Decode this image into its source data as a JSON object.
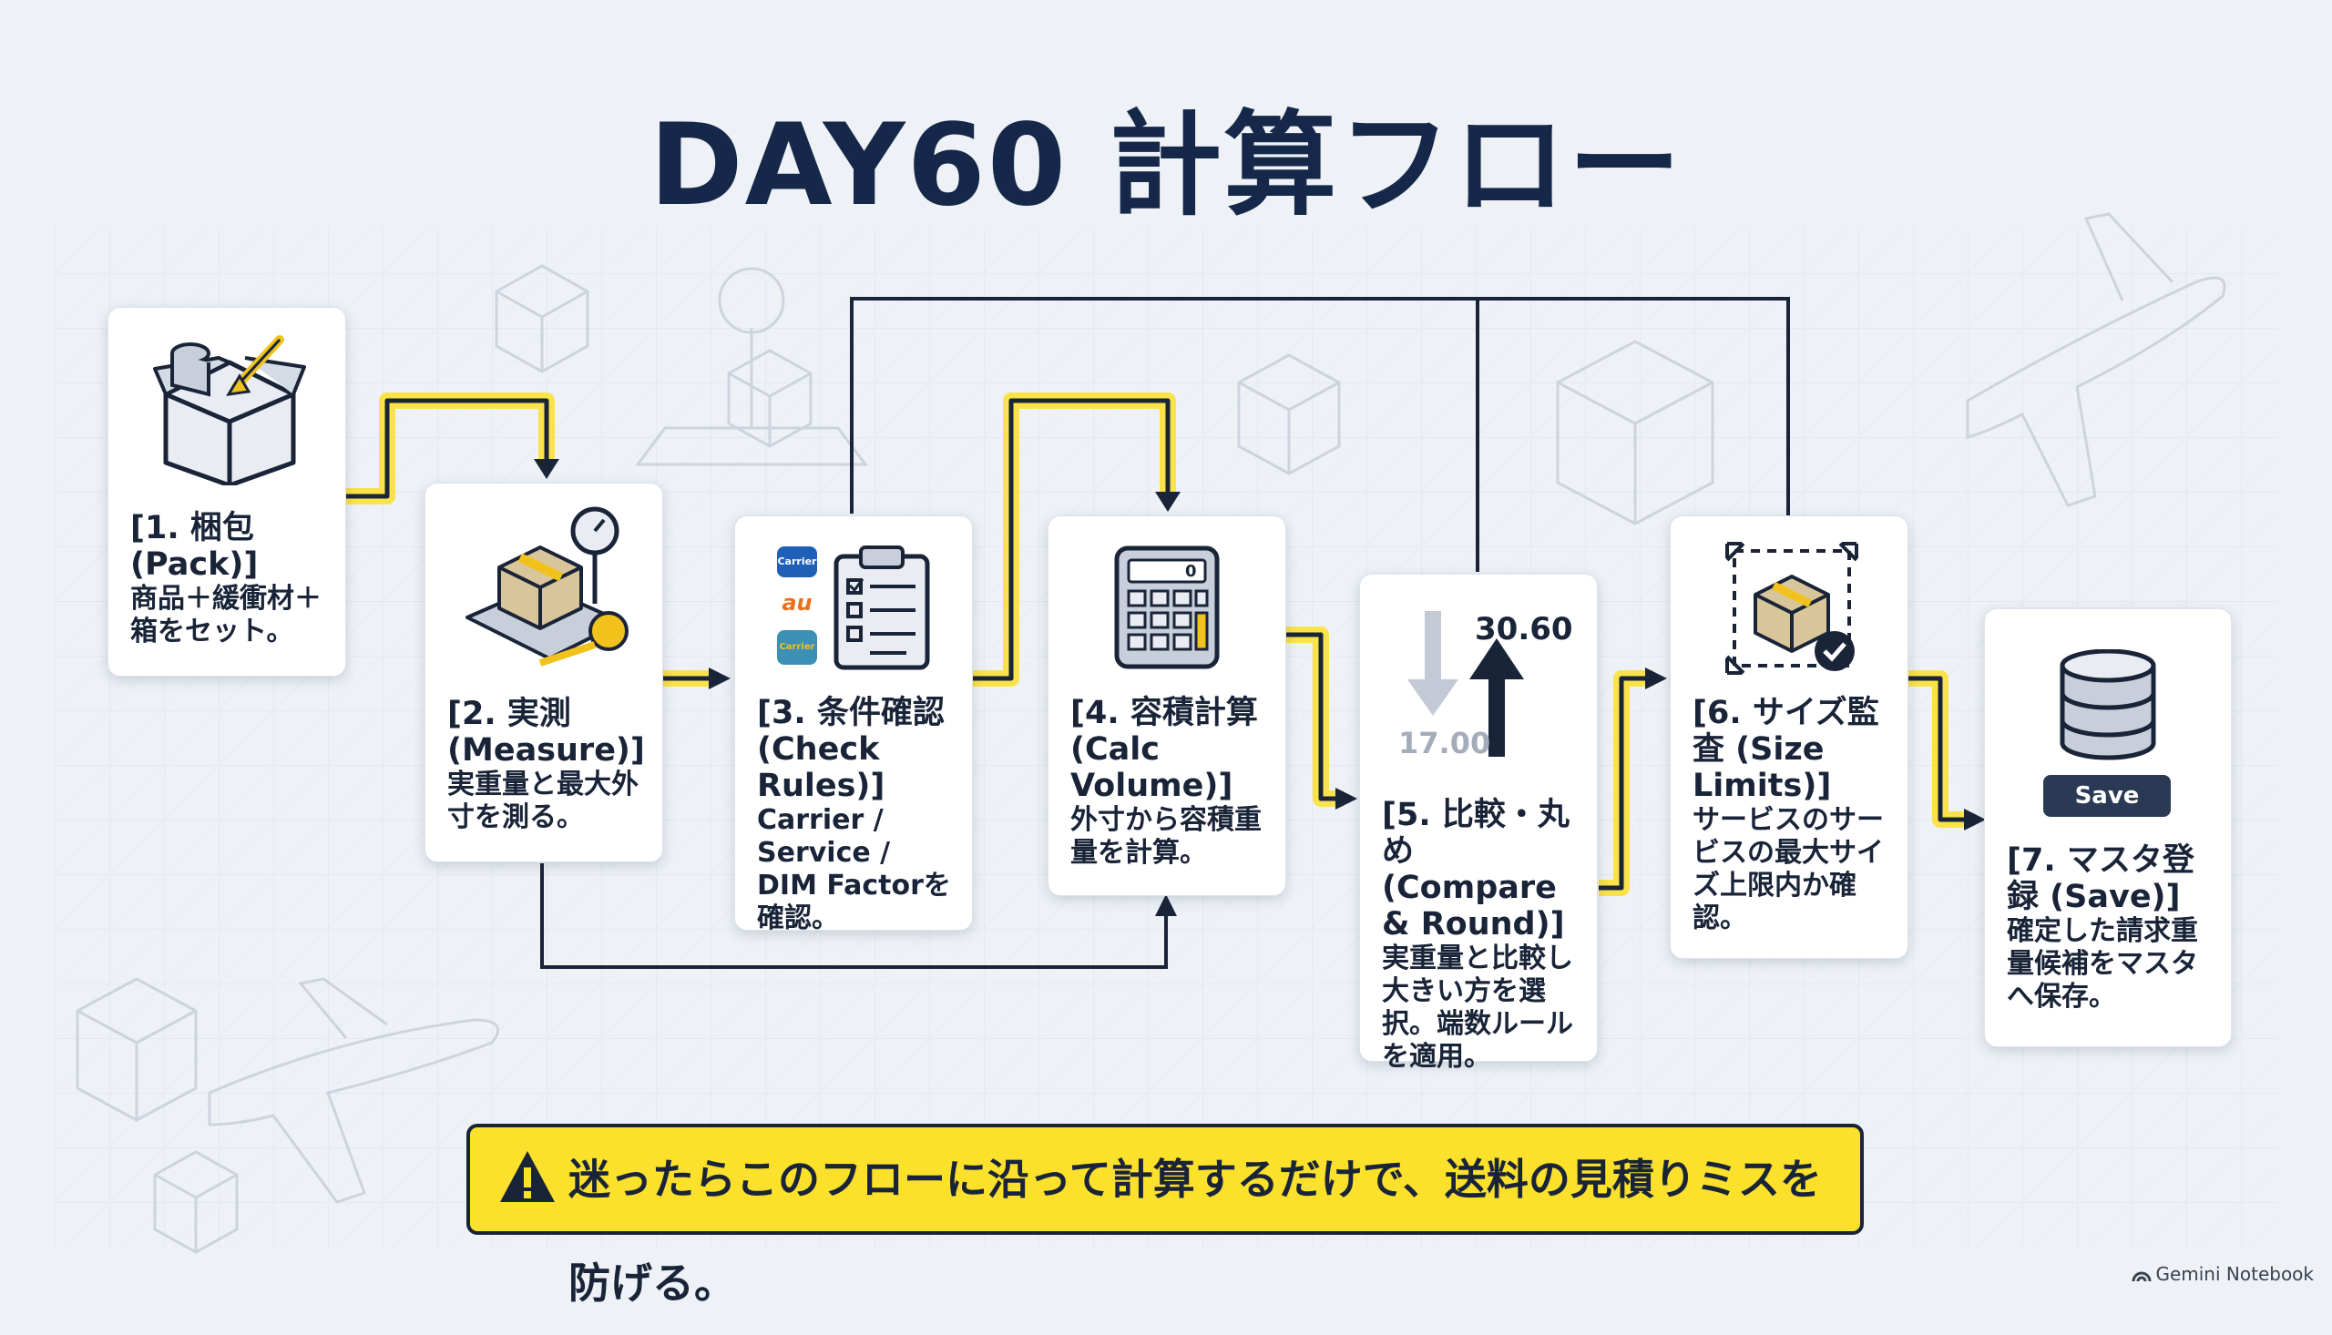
{
  "title": "DAY60 計算フロー",
  "steps": [
    {
      "heading": "[1. 梱包 (Pack)]",
      "desc": "商品＋緩衝材＋箱をセット。"
    },
    {
      "heading": "[2. 実測 (Measure)]",
      "desc": "実重量と最大外寸を測る。"
    },
    {
      "heading": "[3. 条件確認 (Check Rules)]",
      "desc": "Carrier / Service / DIM Factorを確認。"
    },
    {
      "heading": "[4. 容積計算 (Calc Volume)]",
      "desc": "外寸から容積重量を計算。"
    },
    {
      "heading": "[5. 比較・丸め (Compare & Round)]",
      "desc": "実重量と比較し大きい方を選択。端数ルールを適用。"
    },
    {
      "heading": "[6. サイズ監査 (Size Limits)]",
      "desc": "サービスのサービスの最大サイズ上限内か確認。"
    },
    {
      "heading": "[7. マスタ登録 (Save)]",
      "desc": "確定した請求重量候補をマスタへ保存。"
    }
  ],
  "carriers": [
    "Carrier",
    "au",
    "Carrier"
  ],
  "calculator_display": "0",
  "compare": {
    "high": "30.60",
    "low": "17.00"
  },
  "save_button_label": "Save",
  "banner": "迷ったらこのフローに沿って計算するだけで、送料の見積りミスを防げる。",
  "watermark": "Gemini Notebook",
  "colors": {
    "navy": "#152849",
    "highlight": "#fbe02c",
    "card": "#ffffff"
  }
}
